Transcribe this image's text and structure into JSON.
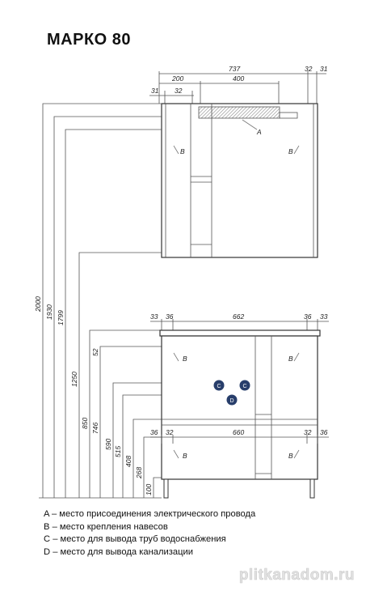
{
  "title": "МАРКО 80",
  "top_dims": [
    "737",
    "32",
    "31",
    "200",
    "400",
    "31",
    "32"
  ],
  "mid_dims": [
    "33",
    "36",
    "662",
    "36",
    "33"
  ],
  "low_dims": [
    "36",
    "32",
    "660",
    "32",
    "36"
  ],
  "vertical_dims": [
    "2000",
    "1930",
    "1799",
    "1250",
    "850",
    "746",
    "590",
    "515",
    "408",
    "268",
    "100",
    "52"
  ],
  "markers": {
    "a": "A",
    "b": "B",
    "c": "C",
    "d": "D"
  },
  "legend": [
    "A – место присоединения электрического провода",
    "B – место крепления навесов",
    "C – место для вывода труб водоснабжения",
    "D – место для вывода канализации"
  ],
  "watermark": "plitkanadom.ru",
  "colors": {
    "marker_fill": "#283e6b",
    "hatch": "#888888"
  }
}
